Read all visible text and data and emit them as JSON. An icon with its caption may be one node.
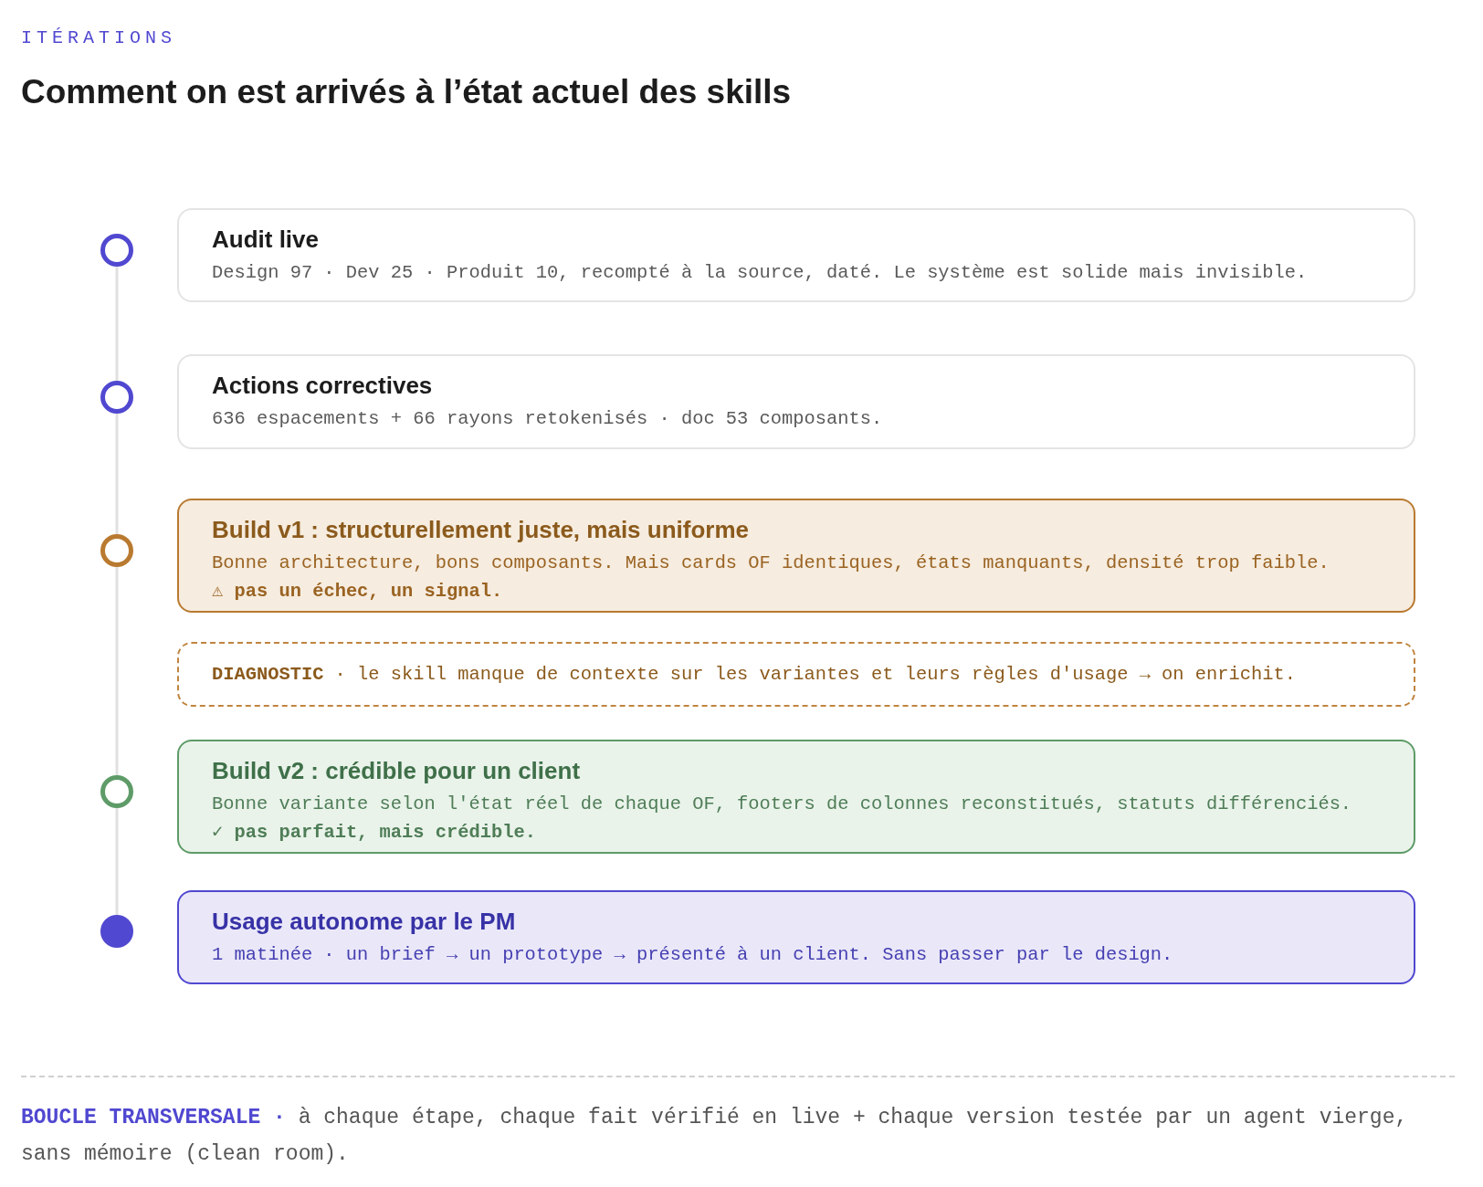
{
  "diagram": {
    "title": "Comment on est arrivés à l’état actuel des skills",
    "nodes": [
      {
        "text": [],
        "shape": "circle"
      },
      {
        "text": [
          "Audit live",
          "Design 97 · Dev 25 · Produit 10, recompté à la source, daté. Le système est solide mais invisible."
        ]
      },
      {
        "text": [],
        "shape": "circle"
      },
      {
        "text": [
          "Actions correctives",
          "636 espacements + 66 rayons retokenisés · doc 53 composants."
        ]
      },
      {
        "text": [],
        "shape": "circle"
      },
      {
        "text": [
          "Build v1 : structurellement juste, mais uniforme",
          "Bonne architecture, bons composants. Mais cards OF identiques, états manquants, densité trop faible.",
          "⚠ pas un échec, un signal."
        ]
      },
      {
        "text": [
          "**DIAGNOSTIC** · le skill manque de contexte sur les variantes et leurs règles d'usage → on enrichit."
        ]
      },
      {
        "text": [],
        "shape": "circle"
      },
      {
        "text": [
          "Build v2 : crédible pour un client",
          "Bonne variante selon l'état réel de chaque OF, footers de colonnes reconstitués, statuts différenciés.",
          "✓ pas parfait, mais crédible."
        ]
      },
      {
        "text": [],
        "shape": "circle"
      },
      {
        "text": [
          "Usage autonome par le PM",
          "1 matinée · un brief → un prototype → présenté à un client. Sans passer par le design."
        ]
      }
    ],
    "edges": [
      {
        "from": 0,
        "to": 2,
        "arrow": "none"
      },
      {
        "from": 2,
        "to": 4,
        "arrow": "none"
      },
      {
        "from": 4,
        "to": 7,
        "arrow": "none"
      },
      {
        "from": 7,
        "to": 9,
        "arrow": "none"
      }
    ],
    "labels": [
      "ITÉRATIONS"
    ],
    "caption": "**BOUCLE TRANSVERSALE ·** à chaque étape, chaque fait vérifié en live + chaque version testée par un agent vierge, sans mémoire (clean room)."
  }
}
